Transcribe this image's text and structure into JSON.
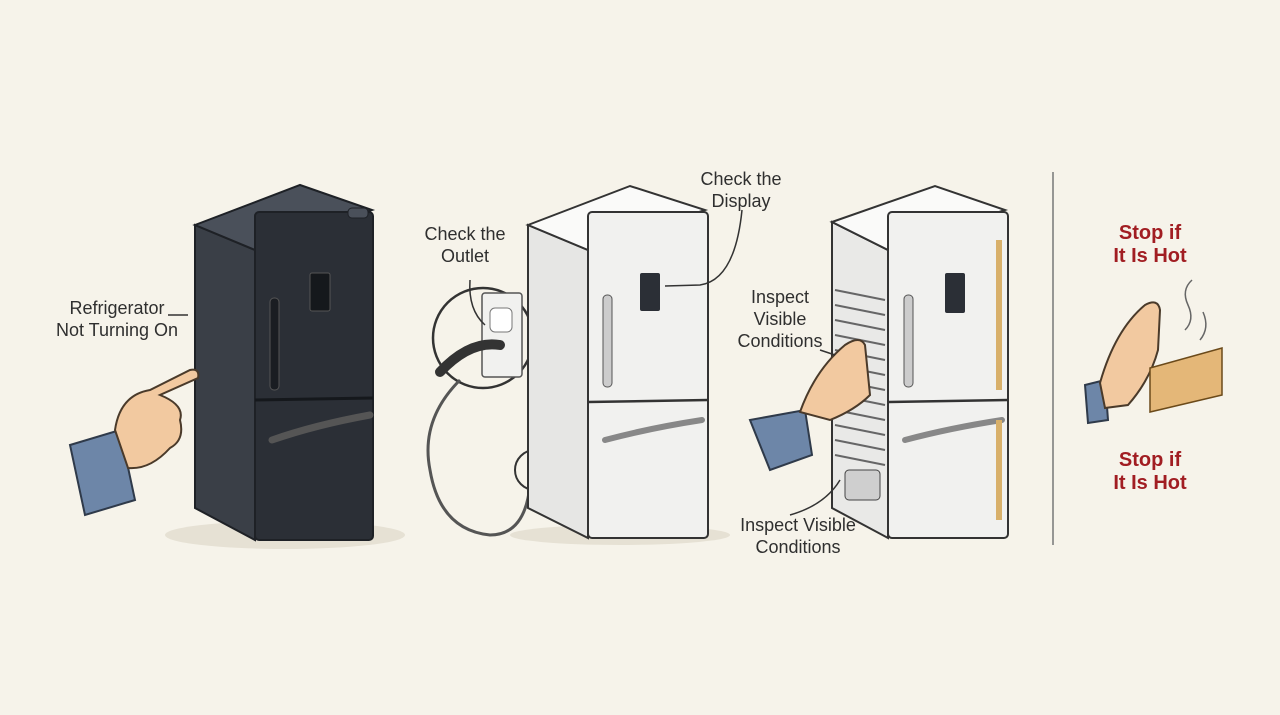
{
  "labels": {
    "not_turning_on": [
      "Refrigerator",
      "Not Turning On"
    ],
    "check_outlet": [
      "Check the",
      "Outlet"
    ],
    "check_display": [
      "Check the",
      "Display"
    ],
    "inspect_upper": [
      "Inspect",
      "Visible",
      "Conditions"
    ],
    "inspect_lower": [
      "Inspect Visible",
      "Conditions"
    ],
    "stop_top": [
      "Stop if",
      "It Is Hot"
    ],
    "stop_bottom": [
      "Stop if",
      "It Is Hot"
    ]
  },
  "colors": {
    "background": "#f6f3ea",
    "fridge_dark": "#2b2f36",
    "fridge_light": "#f1f1ef",
    "warning_text": "#a11d22",
    "sleeve": "#6d86a8",
    "skin": "#f2c9a0"
  }
}
